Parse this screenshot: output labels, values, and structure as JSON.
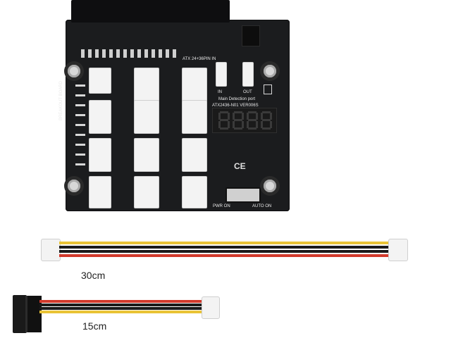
{
  "board": {
    "title_text": "ATX 24+36PIN IN",
    "side_text": "BREAKOUT BOARD",
    "port_in": "IN",
    "port_out": "OUT",
    "detection_text": "Main Detection port",
    "model_text": "ATX2436-N01  VER006S",
    "ce_mark": "CE",
    "pwr_on": "PWR ON",
    "auto_on": "AUTO ON",
    "display_value": "8.8.8.8"
  },
  "cables": {
    "long_label": "30cm",
    "short_label": "15cm"
  },
  "colors": {
    "pcb": "#1b1c1e",
    "wire_yellow": "#e9c335",
    "wire_black": "#1a1a1a",
    "wire_red": "#d23a2c"
  }
}
